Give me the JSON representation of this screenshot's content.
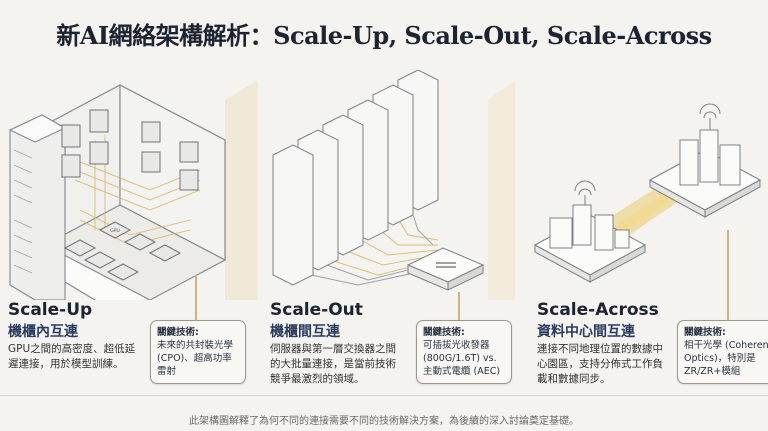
{
  "title": "新AI網絡架構解析：Scale-Up, Scale-Out, Scale-Across",
  "colors": {
    "accent_gold": "#d8b25a",
    "navy": "#2b3c5e",
    "line": "#8a8d94"
  },
  "panels": [
    {
      "heading": "Scale-Up",
      "subheading": "機櫃內互連",
      "description": "GPU之間的高密度、超低延遲連接，用於模型訓練。",
      "key_label": "關鍵技術:",
      "key_text": "未來的共封裝光學 (CPO)、超高功率雷射",
      "chip_label": "GPU"
    },
    {
      "heading": "Scale-Out",
      "subheading": "機櫃間互連",
      "description": "伺服器與第一層交換器之間的大批量連接，是當前技術競爭最激烈的領域。",
      "key_label": "關鍵技術:",
      "key_text": "可插拔光收發器 (800G/1.6T) vs. 主動式電纜 (AEC)"
    },
    {
      "heading": "Scale-Across",
      "subheading": "資料中心間互連",
      "description": "連接不同地理位置的數據中心園區，支持分佈式工作負載和數據同步。",
      "key_label": "關鍵技術:",
      "key_text": "相干光學 (Coherent Optics)，特別是ZR/ZR+模組"
    }
  ],
  "footer": "此架構圖解釋了為何不同的連接需要不同的技術解決方案，為後續的深入討論奠定基礎。"
}
